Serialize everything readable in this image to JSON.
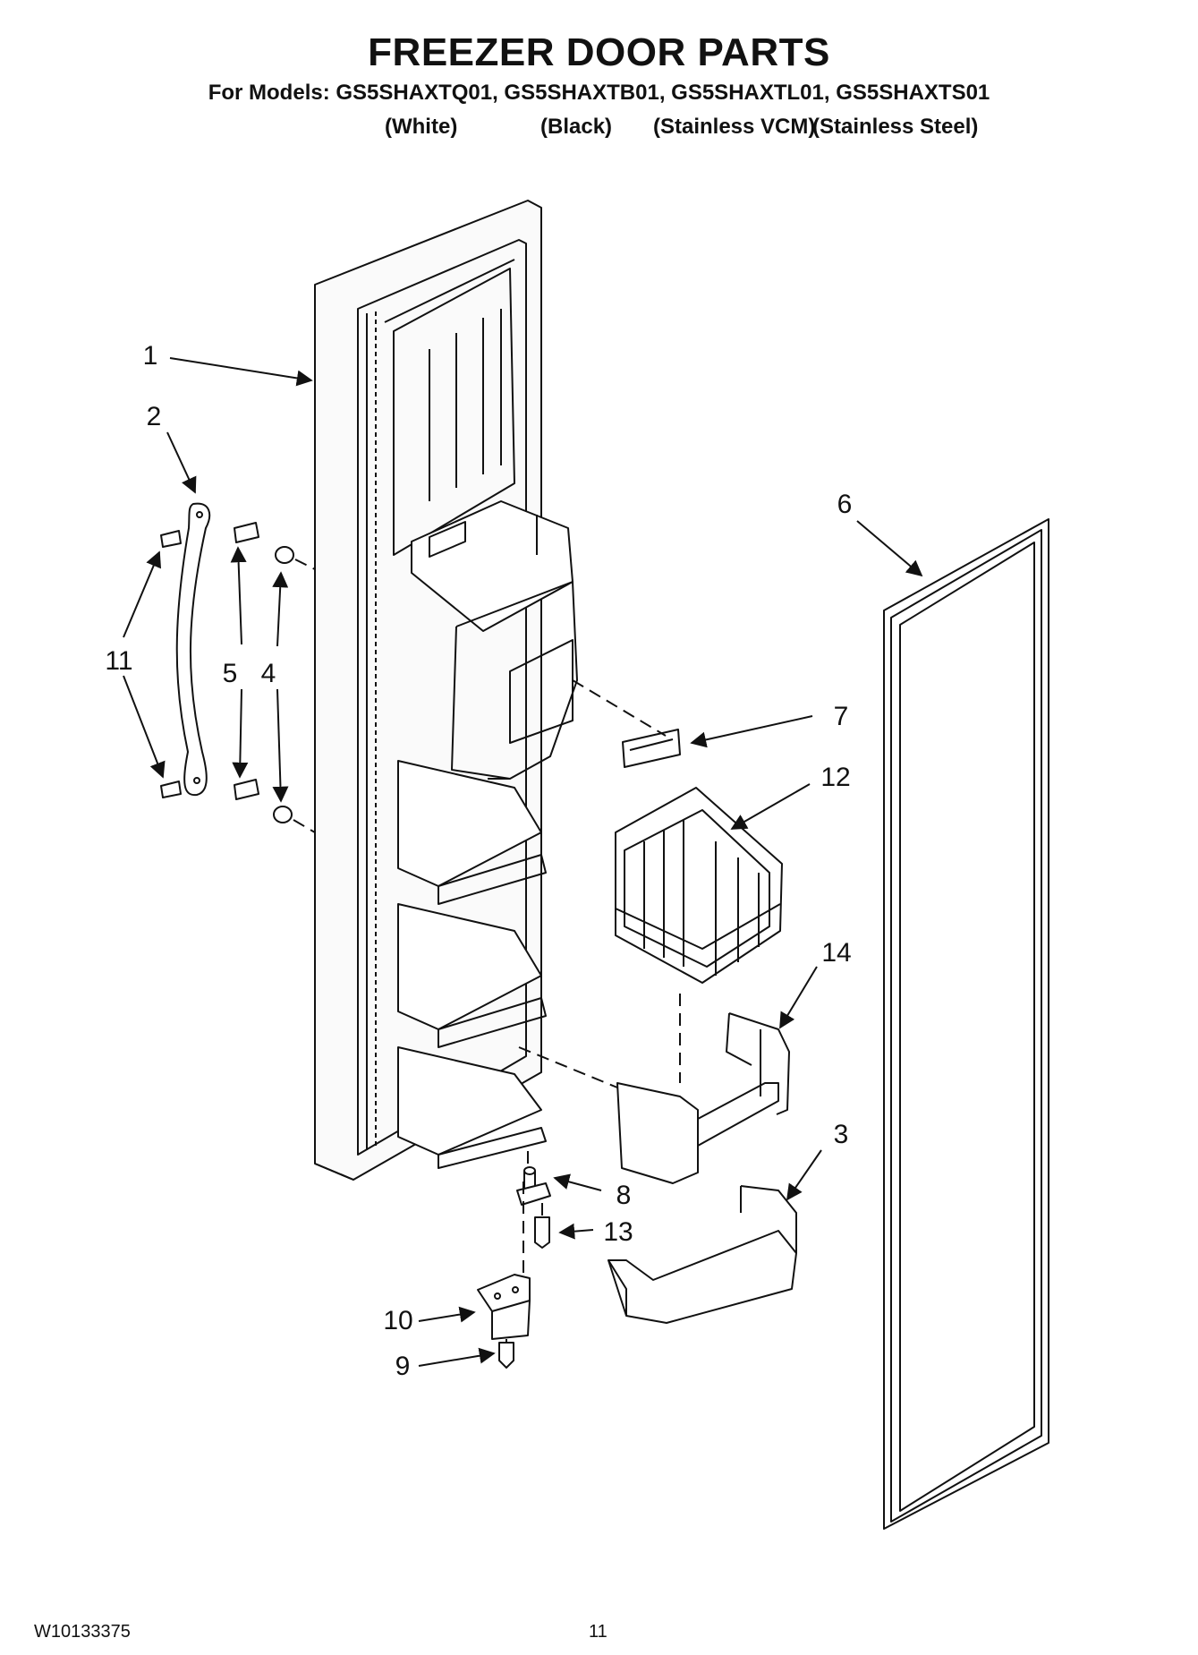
{
  "header": {
    "title": "FREEZER DOOR PARTS",
    "models_line": "For Models: GS5SHAXTQ01, GS5SHAXTB01, GS5SHAXTL01, GS5SHAXTS01",
    "variants": [
      "(White)",
      "(Black)",
      "(Stainless VCM)",
      "(Stainless Steel)"
    ]
  },
  "callouts": [
    "1",
    "2",
    "11",
    "5",
    "4",
    "6",
    "7",
    "12",
    "14",
    "3",
    "8",
    "13",
    "10",
    "9"
  ],
  "footer": {
    "doc_number": "W10133375",
    "page_number": "11"
  }
}
